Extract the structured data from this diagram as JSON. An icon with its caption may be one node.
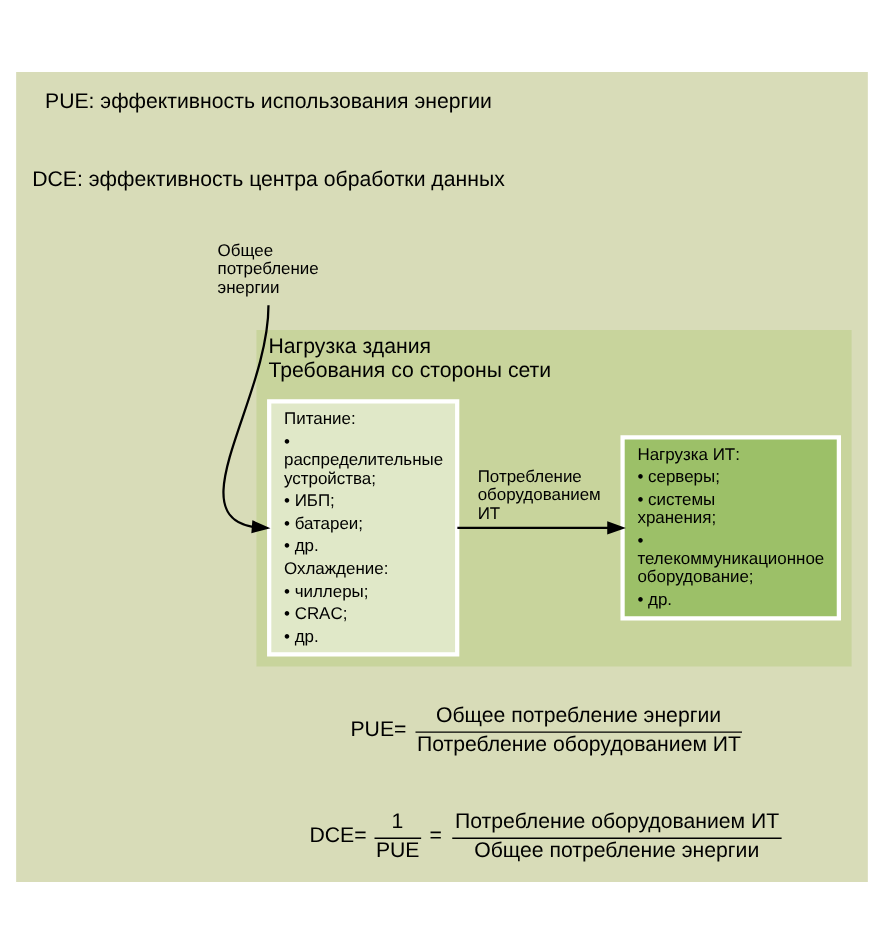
{
  "diagram": {
    "nodes": [
      {
        "text": [
          "Нагрузка здания",
          "Требования со стороны сети"
        ]
      },
      {
        "text": [
          "Общее потребление энергии"
        ]
      },
      {
        "text": [
          "Питание:",
          "• распределительные устройства;",
          "• ИБП;",
          "• батареи;",
          "• др.",
          "Охлаждение:",
          "• чиллеры;",
          "• CRAC;",
          "• др."
        ],
        "in": 0
      },
      {
        "text": [
          "Нагрузка ИТ:",
          "• серверы;",
          "• системы хранения;",
          "• телекоммуникационное оборудование;",
          "• др."
        ],
        "in": 0
      }
    ],
    "edges": [
      {
        "from": 1,
        "to": 2,
        "arrow": "to"
      },
      {
        "from": 2,
        "to": 3,
        "arrow": "to",
        "label": "Потребление оборудованием ИТ"
      }
    ],
    "labels": [
      "PUE: эффективность использования энергии",
      "DCE: эффективность центра обработки данных",
      "PUE=",
      "Общее потребление энергии",
      "Потребление оборудованием ИТ",
      "DCE=",
      "1",
      "PUE",
      "=",
      "Потребление оборудованием ИТ",
      "Общее потребление энергии"
    ]
  }
}
